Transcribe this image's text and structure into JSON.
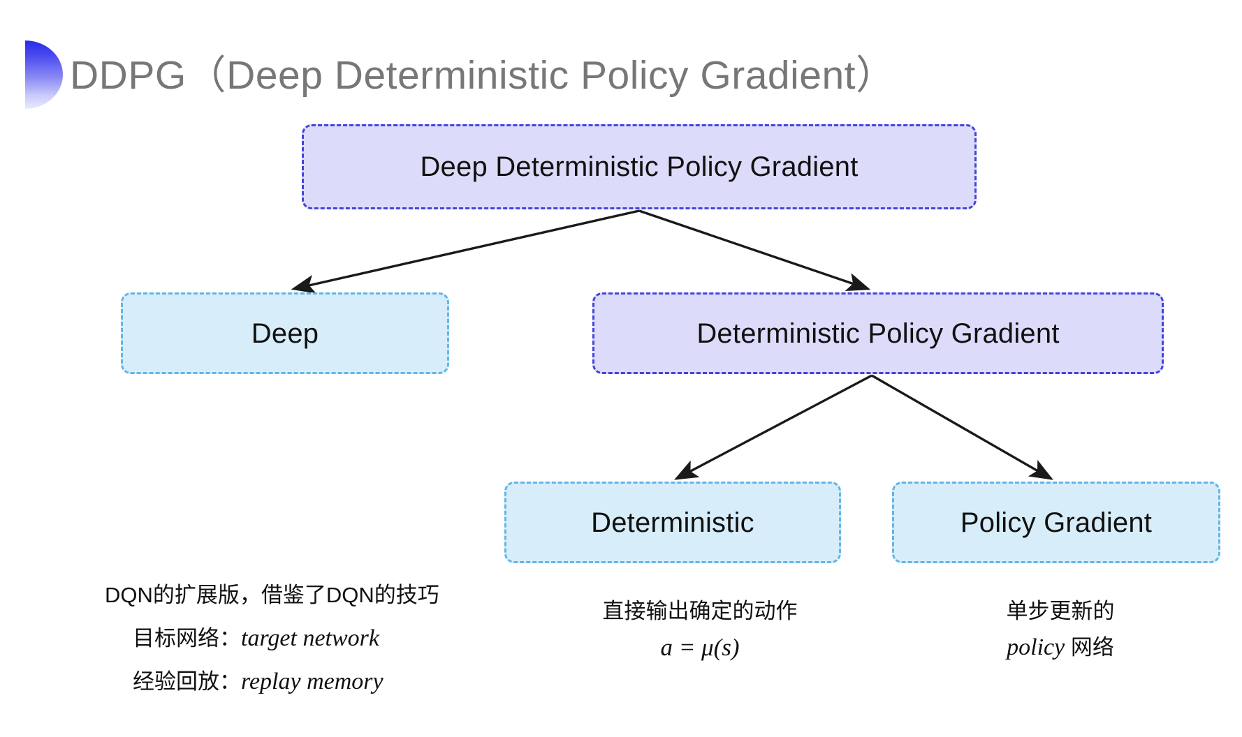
{
  "slide": {
    "title": "DDPG（Deep Deterministic Policy Gradient）",
    "background_color": "#ffffff"
  },
  "colors": {
    "title_text": "#777777",
    "bullet_gradient_start": "#2a2ae8",
    "bullet_gradient_end": "#eaeaff",
    "purple_fill": "#dcdcfa",
    "purple_border": "#4343dd",
    "blue_fill": "#d7eefa",
    "blue_border": "#64b5e4",
    "connector": "#1a1a1a",
    "body_text": "#111111"
  },
  "diagram": {
    "nodes": [
      {
        "id": "root",
        "label": "Deep Deterministic Policy Gradient",
        "style": "purple"
      },
      {
        "id": "deep",
        "label": "Deep",
        "style": "blue"
      },
      {
        "id": "dpg",
        "label": "Deterministic Policy Gradient",
        "style": "purple"
      },
      {
        "id": "deterministic",
        "label": "Deterministic",
        "style": "blue"
      },
      {
        "id": "policy_gradient",
        "label": "Policy Gradient",
        "style": "blue"
      }
    ],
    "edges": [
      {
        "from": "root",
        "to": "deep"
      },
      {
        "from": "root",
        "to": "dpg"
      },
      {
        "from": "dpg",
        "to": "deterministic"
      },
      {
        "from": "dpg",
        "to": "policy_gradient"
      }
    ]
  },
  "captions": {
    "deep": {
      "line1": "DQN的扩展版，借鉴了DQN的技巧",
      "line2_label": "目标网络：",
      "line2_term": "target network",
      "line3_label": "经验回放：",
      "line3_term": "replay memory"
    },
    "deterministic": {
      "line1": "直接输出确定的动作",
      "formula": "a = μ(s)"
    },
    "policy_gradient": {
      "line1": "单步更新的",
      "line2_term": "policy",
      "line2_suffix": " 网络"
    }
  }
}
